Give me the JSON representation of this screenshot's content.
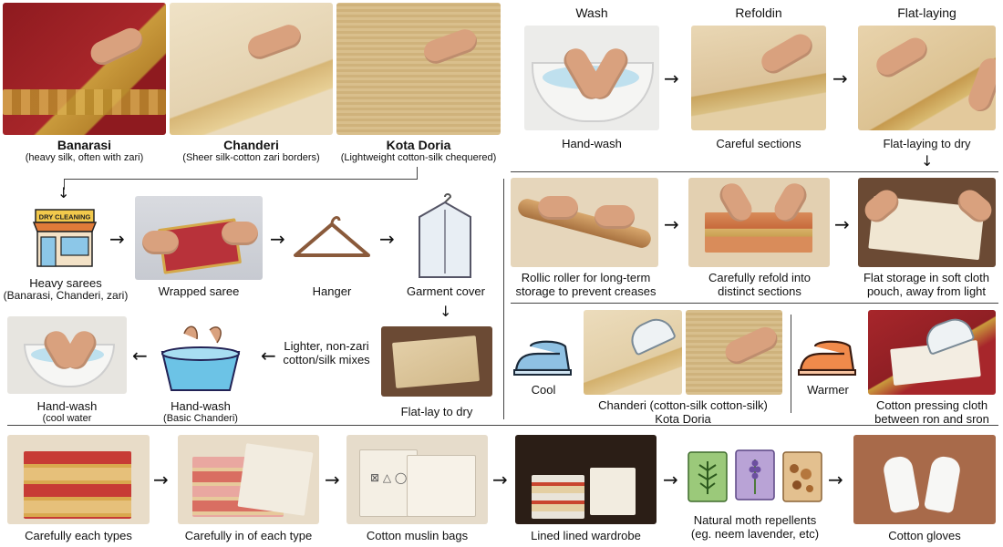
{
  "top_left": {
    "items": [
      {
        "title": "Banarasi",
        "subtitle": "(heavy silk, often with zari)"
      },
      {
        "title": "Chanderi",
        "subtitle": "(Sheer silk-cotton zari borders)"
      },
      {
        "title": "Kota Doria",
        "subtitle": "(Lightweight cotton-silk chequered)"
      }
    ]
  },
  "wash_row": {
    "headers": [
      "Wash",
      "Refoldin",
      "Flat-laying"
    ],
    "captions": [
      "Hand-wash",
      "Careful sections",
      "Flat-laying to dry"
    ]
  },
  "dry_clean_row": {
    "sign": "DRY CLEANING",
    "captions": [
      {
        "title": "Heavy sarees",
        "subtitle": "(Banarasi, Chanderi, zari)"
      },
      {
        "title": "Wrapped saree"
      },
      {
        "title": "Hanger"
      },
      {
        "title": "Garment cover"
      }
    ]
  },
  "storage_row": {
    "captions": [
      "Rollic roller for long-term storage to prevent creases",
      "Carefully refold into distinct sections",
      "Flat storage in soft cloth pouch, away from light"
    ]
  },
  "handwash_row": {
    "captions": [
      {
        "title": "Hand-wash",
        "subtitle": "(cool water"
      },
      {
        "title": "Hand-wash",
        "subtitle": "(Basic Chanderi)"
      },
      {
        "title": "Flat-lay to dry"
      }
    ],
    "note": "Lighter, non-zari cotton/silk mixes"
  },
  "ironing": {
    "cool": "Cool",
    "fabrics_line1": "Chanderi (cotton-silk cotton-silk)",
    "fabrics_line2": "Kota Doria",
    "warmer": "Warmer",
    "pressing": "Cotton pressing cloth between ron and sron",
    "colors": {
      "cool_iron": "#8fc1e3",
      "warm_iron": "#f08a4b"
    }
  },
  "bottom_row": {
    "captions": [
      "Carefully each types",
      "Carefully in of each type",
      "Cotton muslin bags",
      "Lined lined wardrobe",
      "Natural moth repellents (eg. neem lavender, etc)",
      "Cotton gloves"
    ]
  },
  "arrow_glyph": "→",
  "arrow_left": "←",
  "arrow_down": "↓"
}
